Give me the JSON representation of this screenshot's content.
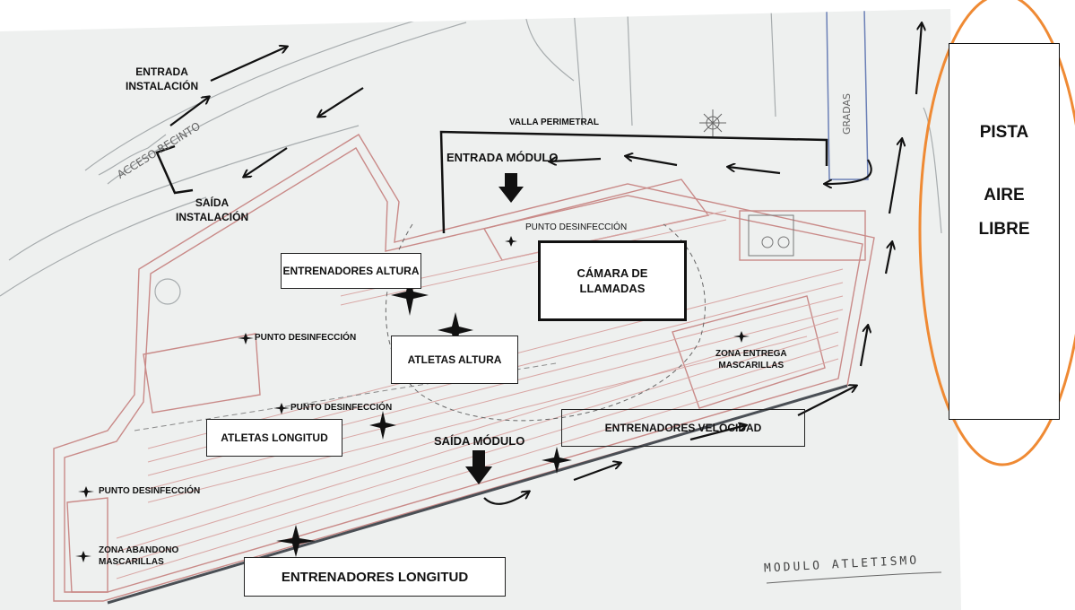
{
  "labels": {
    "entrada_instalacion": [
      "ENTRADA",
      "INSTALACIÓN"
    ],
    "saida_instalacion": [
      "SAÍDA",
      "INSTALACIÓN"
    ],
    "acceso_recinto": "ACCESO RECINTO",
    "valla_perimetral": "VALLA PERIMETRAL",
    "entrada_modulo": "ENTRADA MÓDULO",
    "gradas": "GRADAS",
    "punto_desinfeccion_top": "PUNTO DESINFECCIÓN",
    "punto_desinfeccion_left": "PUNTO DESINFECCIÓN",
    "punto_desinfeccion_mid": "PUNTO DESINFECCIÓN",
    "punto_desinfeccion_bottom": "PUNTO DESINFECCIÓN",
    "zona_entrega": [
      "ZONA ENTREGA",
      "MASCARILLAS"
    ],
    "zona_abandono": [
      "ZONA ABANDONO",
      "MASCARILLAS"
    ],
    "saida_modulo": "SAÍDA MÓDULO",
    "modulo_atletismo": "MODULO ATLETISMO"
  },
  "boxes": {
    "entrenadores_altura": "ENTRENADORES ALTURA",
    "atletas_altura": "ATLETAS ALTURA",
    "camara_llamadas": [
      "CÁMARA DE",
      "LLAMADAS"
    ],
    "atletas_longitud": "ATLETAS LONGITUD",
    "entrenadores_velocidad": "ENTRENADORES VELOCIDAD",
    "entrenadores_longitud": "ENTRENADORES LONGITUD"
  },
  "pista": [
    "PISTA",
    "AIRE",
    "LIBRE"
  ],
  "colors": {
    "paper": "#eef0ef",
    "plan_red": "#c98a88",
    "outline_orange": "#ef8a34",
    "ink": "#111111",
    "gradas_blue": "#6a7fb6"
  }
}
